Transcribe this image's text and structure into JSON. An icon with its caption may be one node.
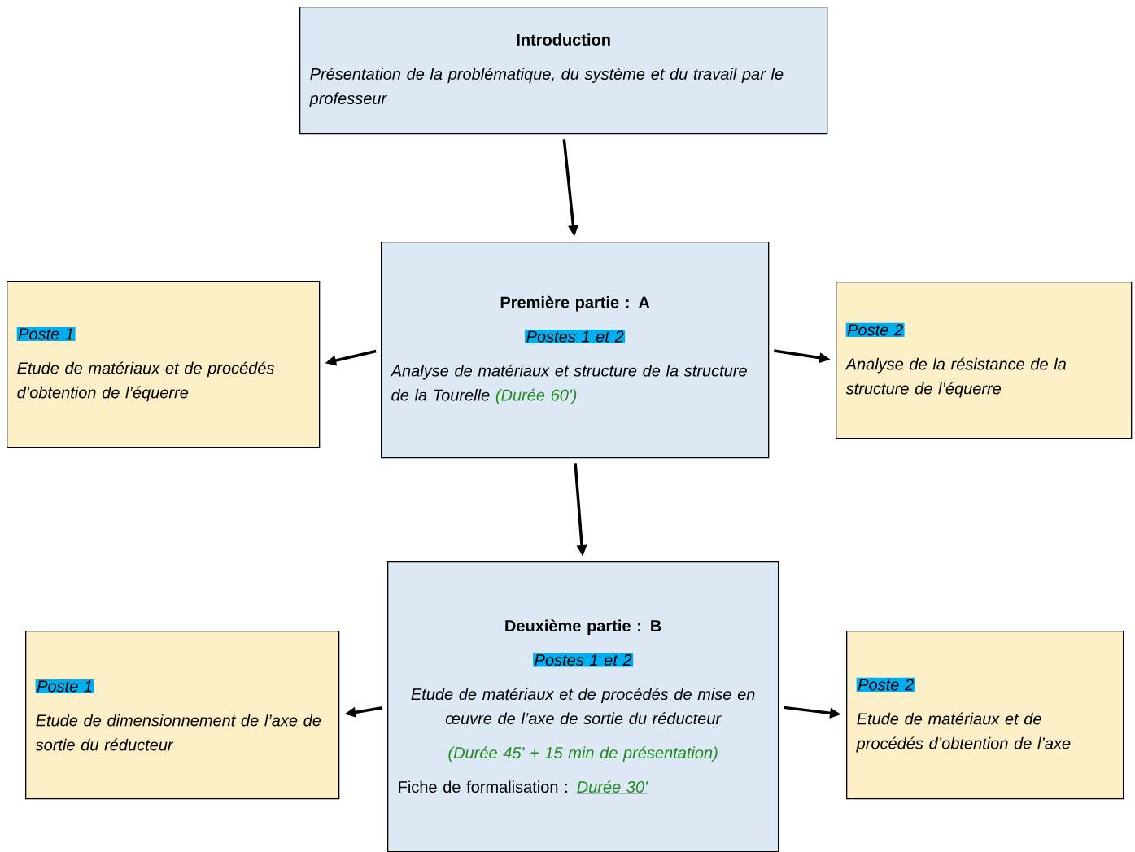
{
  "diagram": {
    "nodes": [
      {
        "text": [
          "Introduction",
          "Présentation de la problématique, du système et du travail par le professeur"
        ]
      },
      {
        "text": [
          "Première partie : A",
          "Postes 1 et 2",
          "Analyse de matériaux et structure de la structure de la Tourelle",
          "(Durée 60')"
        ]
      },
      {
        "text": [
          "Poste 1",
          "Etude de matériaux et de procédés d’obtention de l’équerre"
        ]
      },
      {
        "text": [
          "Poste 2",
          "Analyse de la résistance de la structure de l’équerre"
        ]
      },
      {
        "text": [
          "Deuxième partie : B",
          "Postes 1 et 2",
          "Etude de matériaux et de procédés de mise en œuvre de l’axe de sortie du réducteur",
          "(Durée 45' + 15 min de présentation)",
          "Fiche de formalisation :",
          "Durée 30'"
        ]
      },
      {
        "text": [
          "Poste 1",
          "Etude de dimensionnement de l’axe de sortie du réducteur"
        ]
      },
      {
        "text": [
          "Poste 2",
          "Etude de matériaux et de procédés d’obtention de l’axe"
        ]
      }
    ],
    "edges": [
      {
        "from": 0,
        "to": 1,
        "arrow": "to"
      },
      {
        "from": 1,
        "to": 2,
        "arrow": "to"
      },
      {
        "from": 1,
        "to": 3,
        "arrow": "to"
      },
      {
        "from": 1,
        "to": 4,
        "arrow": "to"
      },
      {
        "from": 4,
        "to": 5,
        "arrow": "to"
      },
      {
        "from": 4,
        "to": 6,
        "arrow": "to"
      }
    ]
  }
}
